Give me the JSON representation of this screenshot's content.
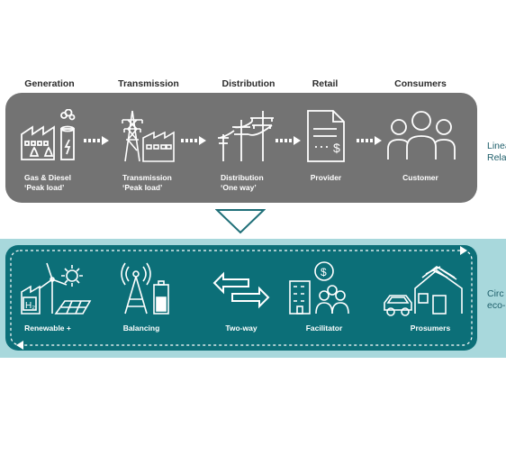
{
  "stages": [
    "Generation",
    "Transmission",
    "Distribution",
    "Retail",
    "Consumers"
  ],
  "linear": {
    "side_label": "Linea\nRela",
    "items": [
      {
        "line1": "Gas & Diesel",
        "line2": "‘Peak load’",
        "icon": "factory-icon"
      },
      {
        "line1": "Transmission",
        "line2": "‘Peak load’",
        "icon": "transmission-tower-icon"
      },
      {
        "line1": "Distribution",
        "line2": "‘One way’",
        "icon": "utility-pole-icon"
      },
      {
        "line1": "Provider",
        "line2": "",
        "icon": "invoice-icon"
      },
      {
        "line1": "Customer",
        "line2": "",
        "icon": "people-icon"
      }
    ]
  },
  "circular": {
    "side_label": "Circ\neco-",
    "items": [
      {
        "label": "Renewable +",
        "icon": "renewables-icon"
      },
      {
        "label": "Balancing",
        "icon": "battery-antenna-icon"
      },
      {
        "label": "Two-way",
        "icon": "two-way-arrow-icon"
      },
      {
        "label": "Facilitator",
        "icon": "building-people-icon"
      },
      {
        "label": "Prosumers",
        "icon": "solar-house-car-icon"
      }
    ]
  },
  "h2_label": "H₂",
  "dollar_symbol": "$",
  "colors": {
    "grey_panel": "#737373",
    "teal_panel": "#0c6f78",
    "teal_band": "#a8d8dc",
    "accent": "#1f5f6b"
  }
}
